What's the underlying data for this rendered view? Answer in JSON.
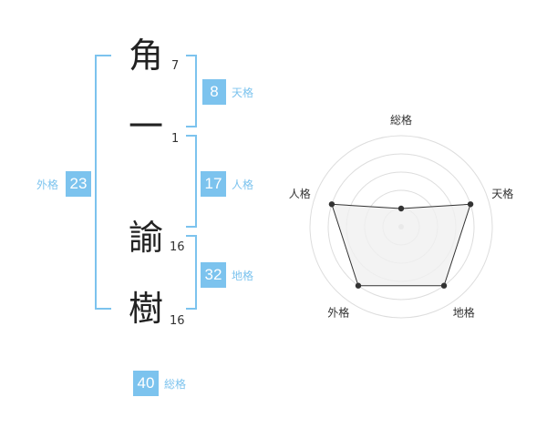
{
  "name": {
    "chars": [
      {
        "char": "角",
        "strokes": "7"
      },
      {
        "char": "一",
        "strokes": "1"
      },
      {
        "char": "諭",
        "strokes": "16"
      },
      {
        "char": "樹",
        "strokes": "16"
      }
    ]
  },
  "fortune": {
    "tenkaku": {
      "value": "8",
      "label": "天格"
    },
    "jinkaku": {
      "value": "17",
      "label": "人格"
    },
    "chikaku": {
      "value": "32",
      "label": "地格"
    },
    "gaikaku": {
      "value": "23",
      "label": "外格"
    },
    "soukaku": {
      "value": "40",
      "label": "総格"
    }
  },
  "colors": {
    "accent": "#7cc3ee",
    "radar_fill": "#f0f0f0",
    "radar_line": "#333333",
    "grid": "#dddddd"
  },
  "chart_data": {
    "type": "radar",
    "axes": [
      "総格",
      "天格",
      "地格",
      "外格",
      "人格"
    ],
    "values": [
      1,
      4,
      4,
      4,
      4
    ],
    "max": 5,
    "rings": 5
  }
}
